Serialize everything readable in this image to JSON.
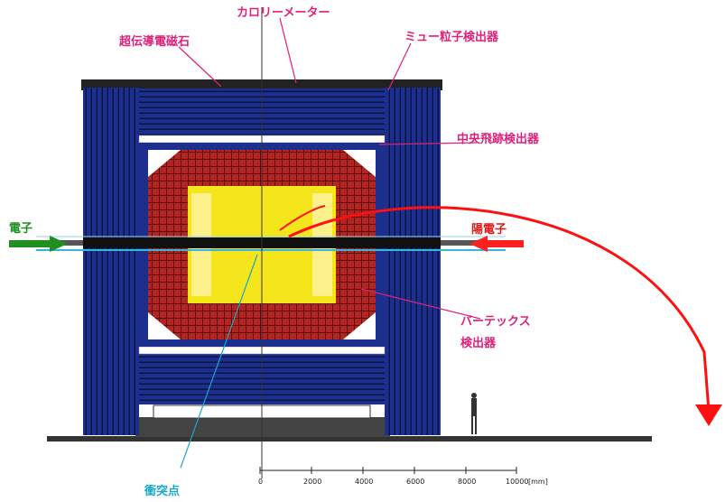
{
  "labels": {
    "superconducting_magnet": "超伝導電磁石",
    "calorimeter": "カロリーメーター",
    "muon_detector": "ミュー粒子検出器",
    "central_tracker": "中央飛跡検出器",
    "electron": "電子",
    "positron": "陽電子",
    "vertex_detector_1": "バーテックス",
    "vertex_detector_2": "検出器",
    "collision_point": "衝突点"
  },
  "scale": {
    "ticks": [
      "0",
      "2000",
      "4000",
      "6000",
      "8000",
      "10000"
    ],
    "unit": "[mm]"
  },
  "colors": {
    "magnet_blue": "#1d2f8c",
    "calorimeter_red": "#b3231f",
    "tracker_yellow": "#f5e51b",
    "label_pink": "#e0207a",
    "arrow_red": "#ff1010",
    "electron_green": "#1f8f1f",
    "beam_cyan": "#37b6d8"
  }
}
